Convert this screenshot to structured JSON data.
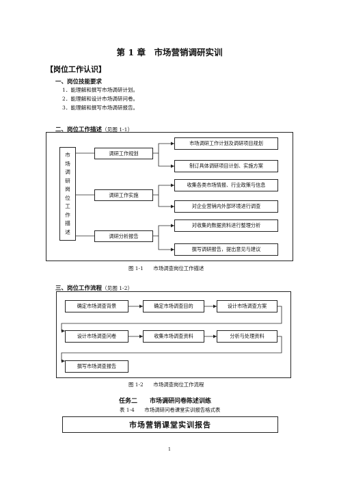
{
  "chapter_title": "第 1 章　市场营销调研实训",
  "section_recognition": "【岗位工作认识】",
  "skills": {
    "heading": "一、岗位技能要求",
    "items": [
      "1．能理解和撰写市场调研计划。",
      "2．能理解和设计市场调研问卷。",
      "3．能理解和撰写市场调研报告。"
    ]
  },
  "description": {
    "heading": "二、岗位工作描述",
    "ref": "（见图 1-1）",
    "root_label": [
      "市",
      "场",
      "调",
      "研",
      "岗",
      "位",
      "工",
      "作",
      "描",
      "述"
    ],
    "groups": [
      {
        "label": "调研工作规划",
        "items": [
          "市场调研工作计划及调研项目规划",
          "制订具体调研项目计划、实施方案"
        ]
      },
      {
        "label": "调研工作实施",
        "items": [
          "收集各类市场情报、行业政策与信息",
          "对企业营销内外部环境进行调查"
        ]
      },
      {
        "label": "调研分析报告",
        "items": [
          "对收集的数据资料进行整理分析",
          "撰写调研报告，提出意见与建议"
        ]
      }
    ],
    "caption": "图 1-1　　市场调查岗位工作描述"
  },
  "process": {
    "heading": "三、岗位工作流程",
    "ref": "（见图 1-2）",
    "steps": [
      "确定市场调查背景",
      "确定市场调查目的",
      "设计市场调查方案",
      "设计市场调查问卷",
      "收集市场调查资料",
      "分析与处理资料",
      "撰写市场调查报告"
    ],
    "caption": "图 1-2　　市场调查岗位工作流程"
  },
  "task": {
    "title": "任务二　　市场调研问卷陈述训练",
    "table_caption": "表 1-4　　市场调研问卷课堂实训报告格式表",
    "report_title": "市场营销课堂实训报告"
  },
  "page_number": "1"
}
